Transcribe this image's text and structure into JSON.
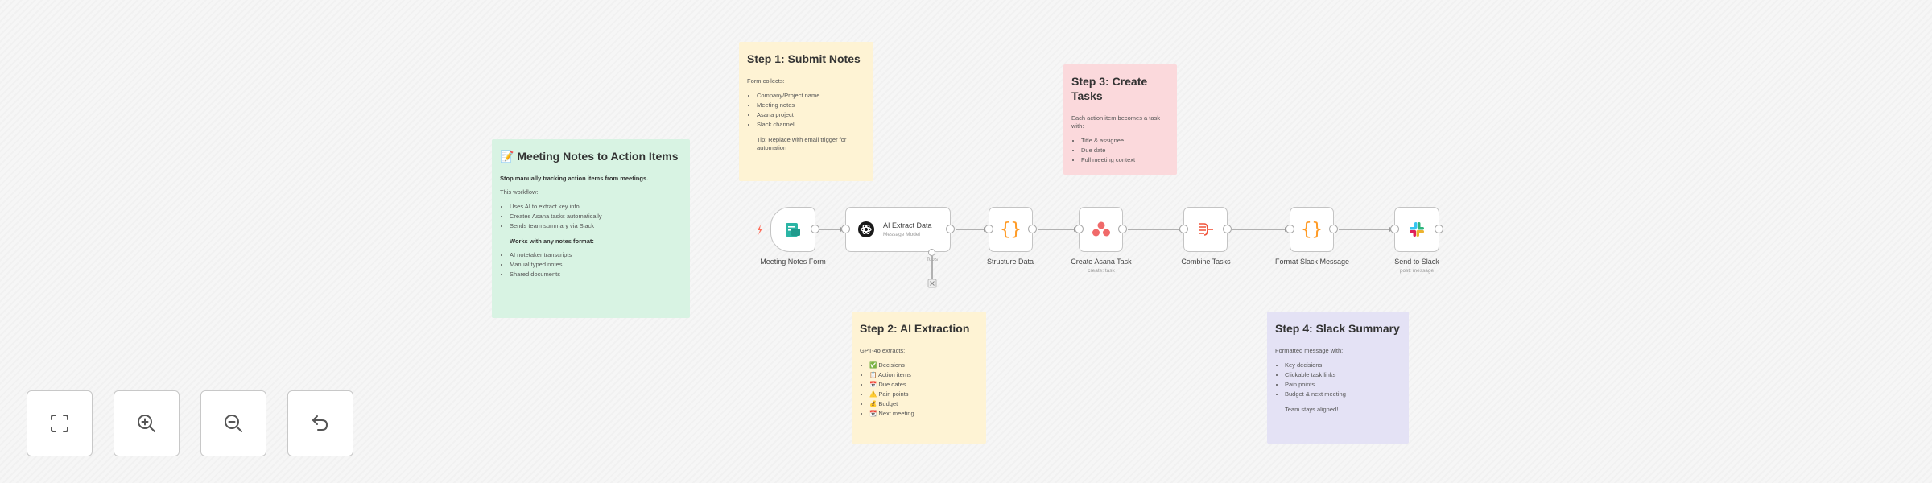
{
  "stickies": {
    "overview": {
      "title": "📝 Meeting Notes to Action Items",
      "intro": "Stop manually tracking action items from meetings.",
      "workflow_label": "This workflow:",
      "workflow_items": [
        "Uses AI to extract key info",
        "Creates Asana tasks automatically",
        "Sends team summary via Slack"
      ],
      "formats_label": "Works with any notes format:",
      "format_items": [
        "AI notetaker transcripts",
        "Manual typed notes",
        "Shared documents"
      ]
    },
    "step1": {
      "title": "Step 1: Submit Notes",
      "intro": "Form collects:",
      "items": [
        "Company/Project name",
        "Meeting notes",
        "Asana project",
        "Slack channel"
      ],
      "tip": "Tip: Replace with email trigger for automation"
    },
    "step2": {
      "title": "Step 2: AI Extraction",
      "intro": "GPT-4o extracts:",
      "items": [
        "✅ Decisions",
        "📋 Action items",
        "📅 Due dates",
        "⚠️ Pain points",
        "💰 Budget",
        "📆 Next meeting"
      ]
    },
    "step3": {
      "title": "Step 3: Create Tasks",
      "intro": "Each action item becomes a task with:",
      "items": [
        "Title & assignee",
        "Due date",
        "Full meeting context"
      ]
    },
    "step4": {
      "title": "Step 4: Slack Summary",
      "intro": "Formatted message with:",
      "items": [
        "Key decisions",
        "Clickable task links",
        "Pain points",
        "Budget & next meeting"
      ],
      "outro": "Team stays aligned!"
    }
  },
  "nodes": {
    "form": {
      "label": "Meeting Notes Form",
      "icon": "form-icon"
    },
    "ai": {
      "label": "AI Extract Data",
      "subtitle": "Message Model",
      "tools_label": "Tools",
      "icon": "openai-icon"
    },
    "structure": {
      "label": "Structure Data",
      "icon": "code-braces-icon"
    },
    "asana": {
      "label": "Create Asana Task",
      "subtitle": "create: task",
      "icon": "asana-icon"
    },
    "combine": {
      "label": "Combine Tasks",
      "icon": "aggregate-icon"
    },
    "format": {
      "label": "Format Slack Message",
      "icon": "code-braces-icon"
    },
    "slack": {
      "label": "Send to Slack",
      "subtitle": "post: message",
      "icon": "slack-icon"
    }
  },
  "controls": [
    "fit-view",
    "zoom-in",
    "zoom-out",
    "reset-zoom"
  ],
  "colors": {
    "trigger": "#ff6d5a",
    "braces": "#ff9b26",
    "asana": "#f06a6a",
    "form": "#2bb5a5"
  }
}
